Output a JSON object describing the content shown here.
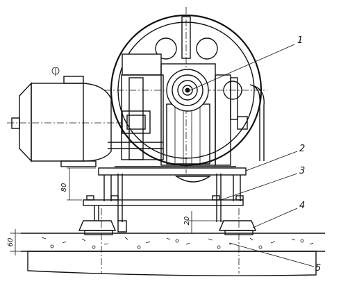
{
  "callouts": {
    "c1": "1",
    "c2": "2",
    "c3": "3",
    "c4": "4",
    "c5": "5"
  },
  "dimensions": {
    "frame_height": "80",
    "gap": "20",
    "slab_thickness": "60"
  },
  "colors": {
    "ink": "#111111",
    "paper": "#ffffff"
  }
}
